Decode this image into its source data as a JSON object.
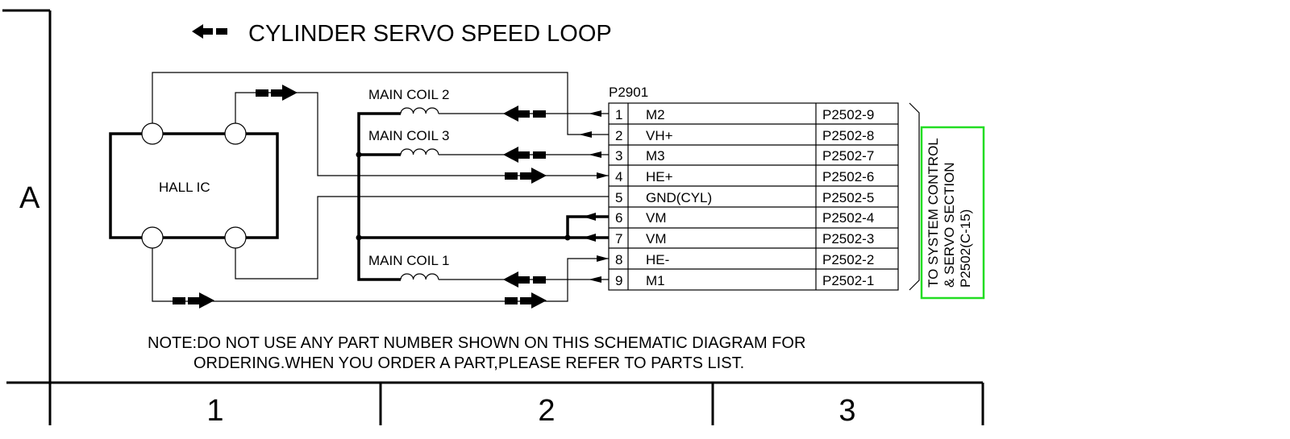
{
  "title": "CYLINDER SERVO SPEED LOOP",
  "grid": {
    "row_label": "A",
    "columns": [
      "1",
      "2",
      "3"
    ]
  },
  "hall_ic": {
    "label": "HALL IC"
  },
  "coils": {
    "coil2": "MAIN COIL 2",
    "coil3": "MAIN COIL 3",
    "coil1": "MAIN COIL 1"
  },
  "connector": {
    "name": "P2901",
    "pins": [
      {
        "num": "1",
        "signal": "M2",
        "dest": "P2502-9"
      },
      {
        "num": "2",
        "signal": "VH+",
        "dest": "P2502-8"
      },
      {
        "num": "3",
        "signal": "M3",
        "dest": "P2502-7"
      },
      {
        "num": "4",
        "signal": "HE+",
        "dest": "P2502-6"
      },
      {
        "num": "5",
        "signal": "GND(CYL)",
        "dest": "P2502-5"
      },
      {
        "num": "6",
        "signal": "VM",
        "dest": "P2502-4"
      },
      {
        "num": "7",
        "signal": "VM",
        "dest": "P2502-3"
      },
      {
        "num": "8",
        "signal": "HE-",
        "dest": "P2502-2"
      },
      {
        "num": "9",
        "signal": "M1",
        "dest": "P2502-1"
      }
    ]
  },
  "destination": {
    "lines": [
      "TO SYSTEM CONTROL",
      "& SERVO SECTION",
      "P2502(C-15)"
    ],
    "highlight_color": "#22dd22"
  },
  "note": {
    "line1": "NOTE:DO NOT USE ANY PART NUMBER SHOWN ON THIS SCHEMATIC DIAGRAM FOR",
    "line2": "ORDERING.WHEN YOU ORDER A PART,PLEASE REFER TO PARTS LIST."
  }
}
